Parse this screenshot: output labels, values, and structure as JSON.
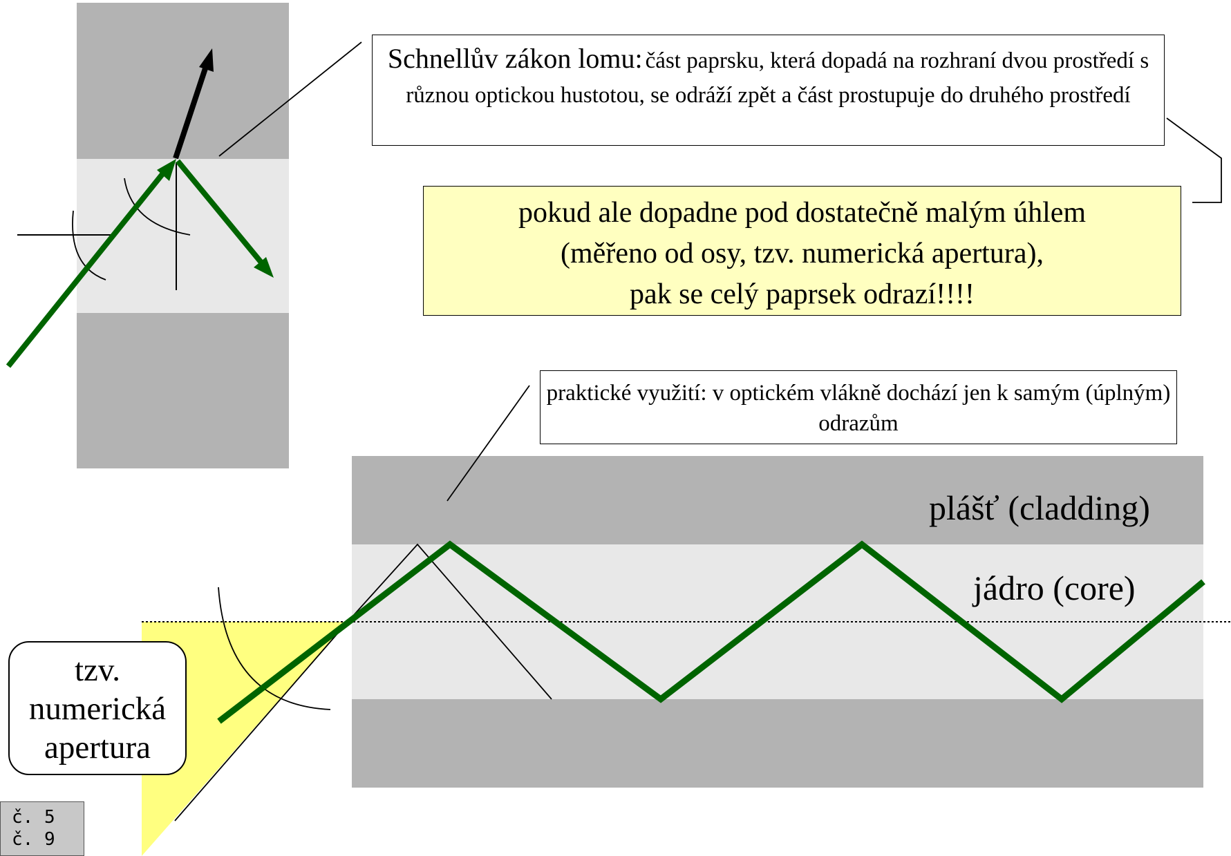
{
  "snell_box": {
    "lead": "Schnellův zákon lomu:",
    "text": "část paprsku, která dopadá na rozhraní dvou prostředí s různou optickou hustotou, se odráží zpět a část prostupuje do druhého prostředí"
  },
  "tir_box": {
    "lines": [
      "pokud ale dopadne pod dostatečně malým úhlem",
      "(měřeno od osy, tzv. numerická apertura),",
      "pak se celý paprsek odrazí!!!!"
    ],
    "background": "#ffffc0"
  },
  "practical_box": {
    "text": "praktické využití: v optickém vlákně dochází jen k samým (úplným) odrazům"
  },
  "fiber": {
    "cladding_label": "plášť (cladding)",
    "core_label": "jádro (core)"
  },
  "na_label": {
    "lines": [
      "tzv.",
      "numerická",
      "apertura"
    ]
  },
  "page_ref": {
    "lines": [
      "č. 5",
      "č. 9"
    ]
  },
  "colors": {
    "cladding": "#b3b3b3",
    "core": "#e8e8e8",
    "ray": "#006400",
    "reflected_ray": "#000000",
    "acceptance_cone": "#ffff80"
  },
  "icons": [
    "refraction-illustration",
    "optical-fiber-illustration",
    "acceptance-cone"
  ]
}
